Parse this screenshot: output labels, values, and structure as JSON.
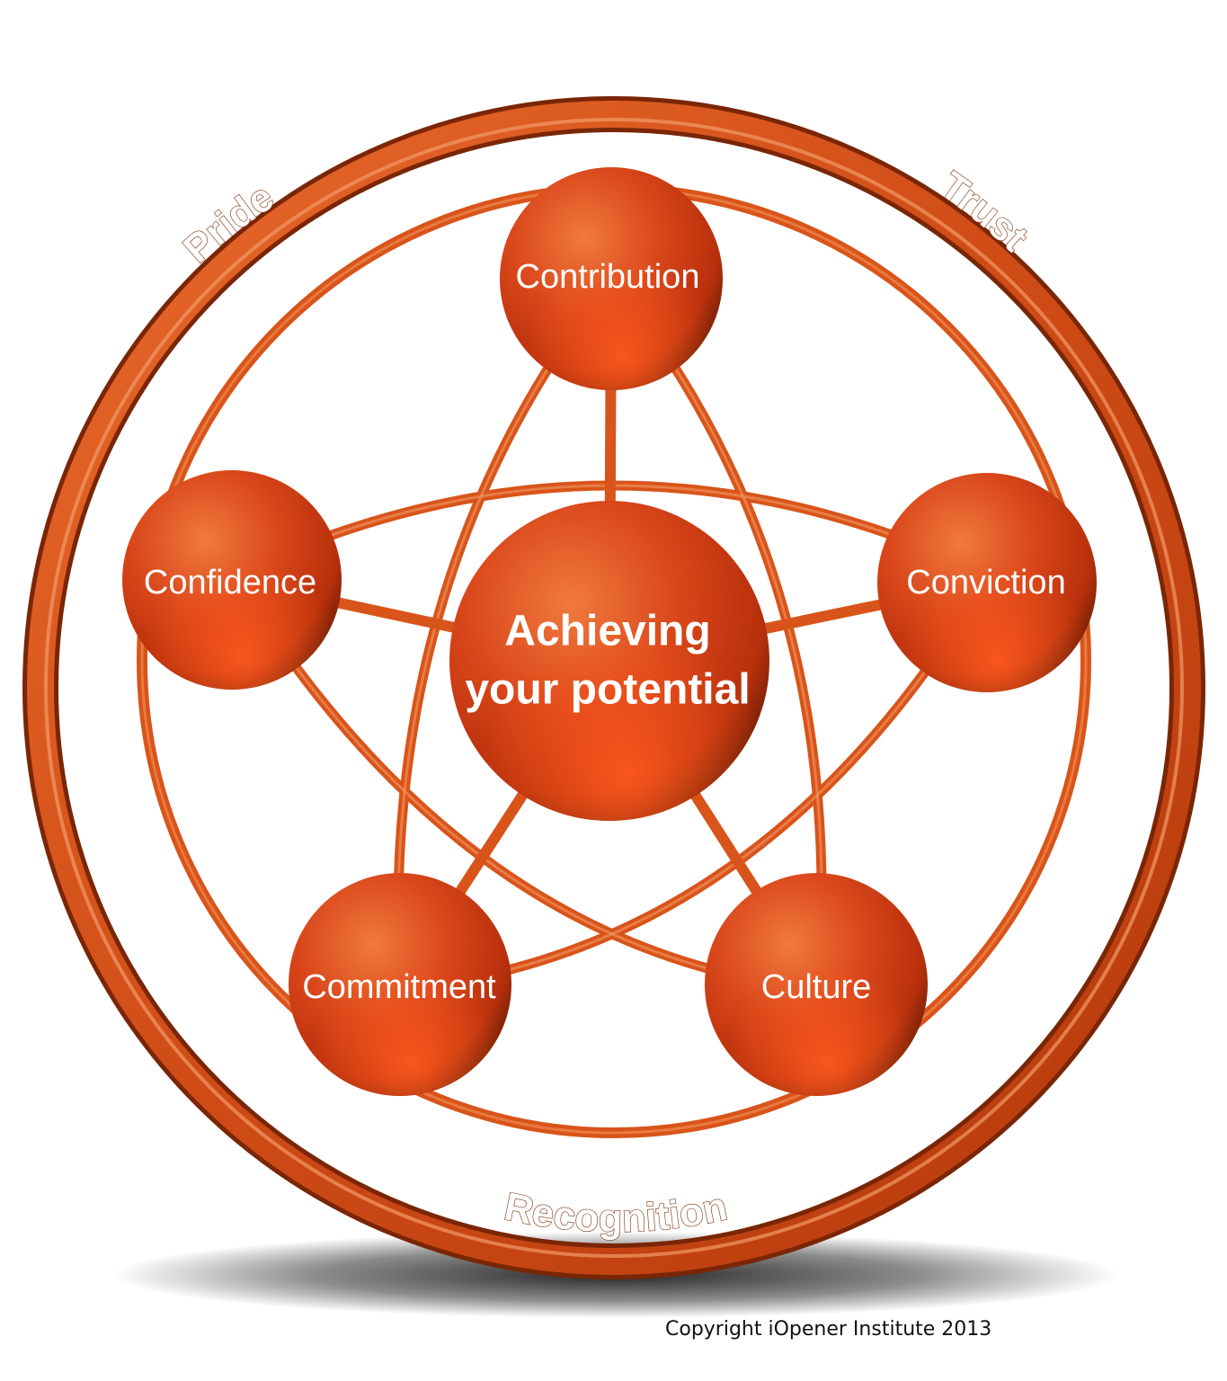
{
  "diagram": {
    "center_label_line1": "Achieving",
    "center_label_line2": "your potential",
    "nodes": [
      {
        "id": "contribution",
        "label": "Contribution"
      },
      {
        "id": "confidence",
        "label": "Confidence"
      },
      {
        "id": "conviction",
        "label": "Conviction"
      },
      {
        "id": "commitment",
        "label": "Commitment"
      },
      {
        "id": "culture",
        "label": "Culture"
      }
    ],
    "ring_labels": {
      "pride": "Pride",
      "trust": "Trust",
      "recognition": "Recognition"
    }
  },
  "copyright": "Copyright iOpener Institute 2013",
  "colors": {
    "ring": "#d9541a",
    "ring_dark": "#8a2e08",
    "sphere": "#e0501c",
    "sphere_dark": "#7a2406",
    "sphere_highlight": "#ff7a3a",
    "label": "#ffffff"
  }
}
